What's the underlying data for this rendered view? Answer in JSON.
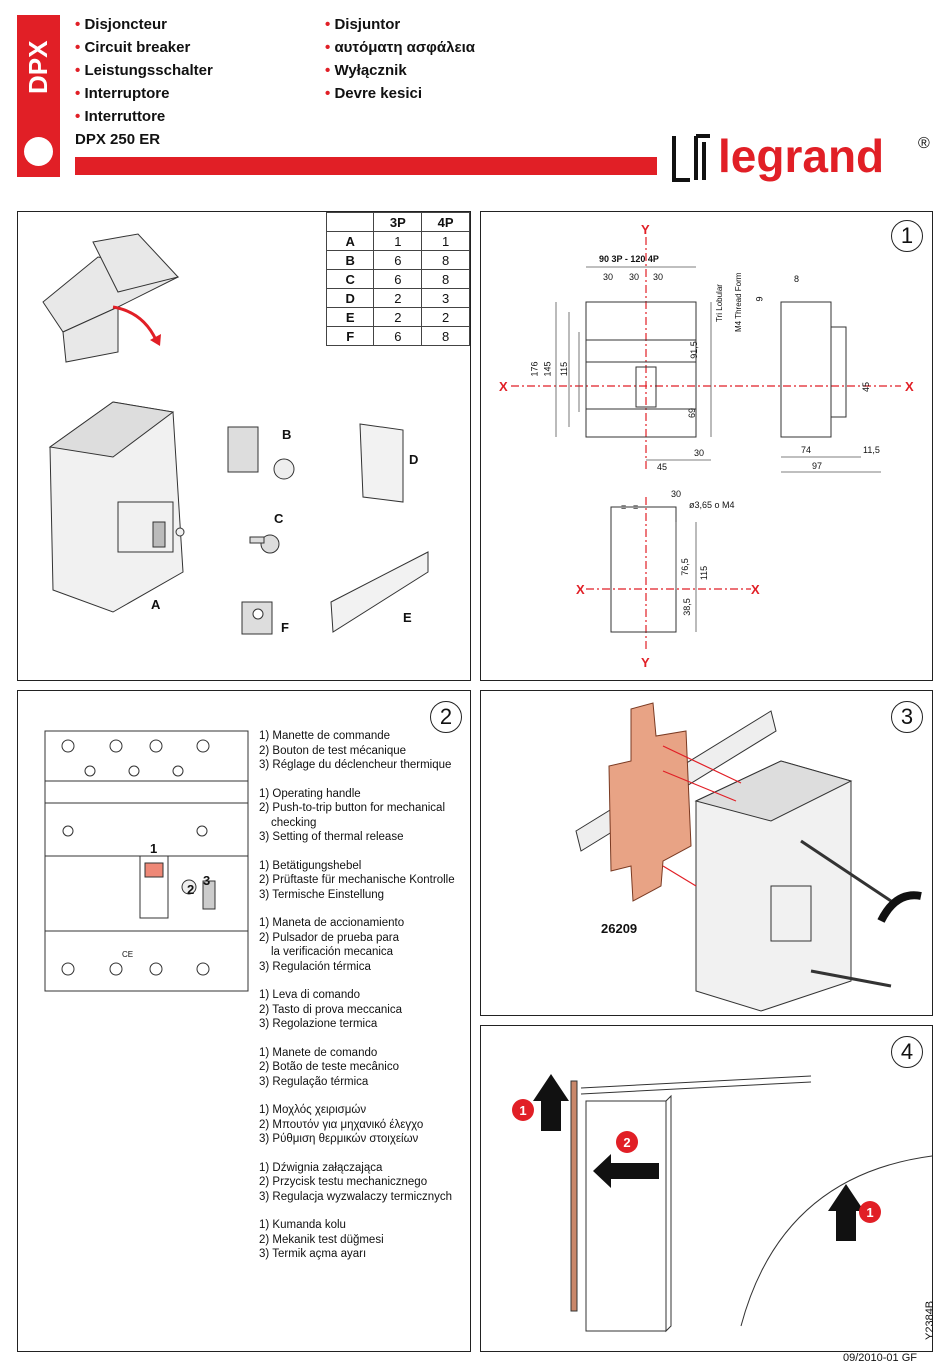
{
  "brand": {
    "side_label": "DPX",
    "logo_text": "legrand",
    "logo_mark": "®",
    "accent": "#e11f26"
  },
  "titles_left": [
    "Disjoncteur",
    "Circuit breaker",
    "Leistungsschalter",
    "Interruptore",
    "Interruttore"
  ],
  "titles_right": [
    "Disjuntor",
    "αυτόματη ασφάλεια",
    "Wyłącznik",
    "Devre kesici"
  ],
  "bullet": "•",
  "model": "DPX 250 ER",
  "contents_table": {
    "headers": [
      "",
      "3P",
      "4P"
    ],
    "rows": [
      [
        "A",
        "1",
        "1"
      ],
      [
        "B",
        "6",
        "8"
      ],
      [
        "C",
        "6",
        "8"
      ],
      [
        "D",
        "2",
        "3"
      ],
      [
        "E",
        "2",
        "2"
      ],
      [
        "F",
        "6",
        "8"
      ]
    ]
  },
  "parts": {
    "a": "A",
    "b": "B",
    "c": "C",
    "d": "D",
    "e": "E",
    "f": "F"
  },
  "step_numbers": {
    "s1": "1",
    "s2": "2",
    "s3": "3",
    "s4": "4"
  },
  "dims": {
    "axis_x": "X",
    "axis_y": "Y",
    "width_label": "90 3P - 120 4P",
    "w30": "30",
    "d176": "176",
    "d145": "145",
    "d115": "115",
    "d91_5": "91,5",
    "d69": "69",
    "d45": "45",
    "d30": "30",
    "thread1": "Tri Lobular",
    "thread2": "M4  Thread Form",
    "d8": "8",
    "d9": "9",
    "d74": "74",
    "d97": "97",
    "d11_5": "11,5",
    "hole": "ø3,65 o M4",
    "d76_5": "76,5",
    "d38_5": "38,5",
    "eq": "="
  },
  "front_labels": {
    "l1": "1",
    "l2": "2",
    "l3": "3",
    "ce": "CE"
  },
  "instructions": [
    [
      "1) Manette de commande",
      "2) Bouton de test mécanique",
      "3) Réglage du déclencheur thermique"
    ],
    [
      "1) Operating handle",
      "2) Push-to-trip button for mechanical",
      "    checking",
      "3) Setting of thermal release"
    ],
    [
      "1) Betätigungshebel",
      "2) Prüftaste für mechanische Kontrolle",
      "3) Termische Einstellung"
    ],
    [
      "1) Maneta de accionamiento",
      "2) Pulsador de prueba para",
      "    la verificación mecanica",
      "3) Regulación térmica"
    ],
    [
      "1) Leva di comando",
      "2) Tasto di prova meccanica",
      "3) Regolazione termica"
    ],
    [
      "1) Manete de comando",
      "2) Botão de teste mecânico",
      "3) Regulação térmica"
    ],
    [
      "1) Μοχλός χειρισμών",
      "2) Μπουτόν για μηχανικό έλεγχο",
      "3) Ρύθμιση θερμικών στοιχείων"
    ],
    [
      "1) Dźwignia załączająca",
      "2) Przycisk testu mechanicznego",
      "3) Regulacja wyzwalaczy termicznych"
    ],
    [
      "1) Kumanda kolu",
      "2) Mekanik test düğmesi",
      "3) Termik açma ayarı"
    ]
  ],
  "accessory_ref": "26209",
  "badges": {
    "b1": "1",
    "b2": "2",
    "b3": "1"
  },
  "doc_code": "Y2384B",
  "footer": "09/2010-01   GF"
}
